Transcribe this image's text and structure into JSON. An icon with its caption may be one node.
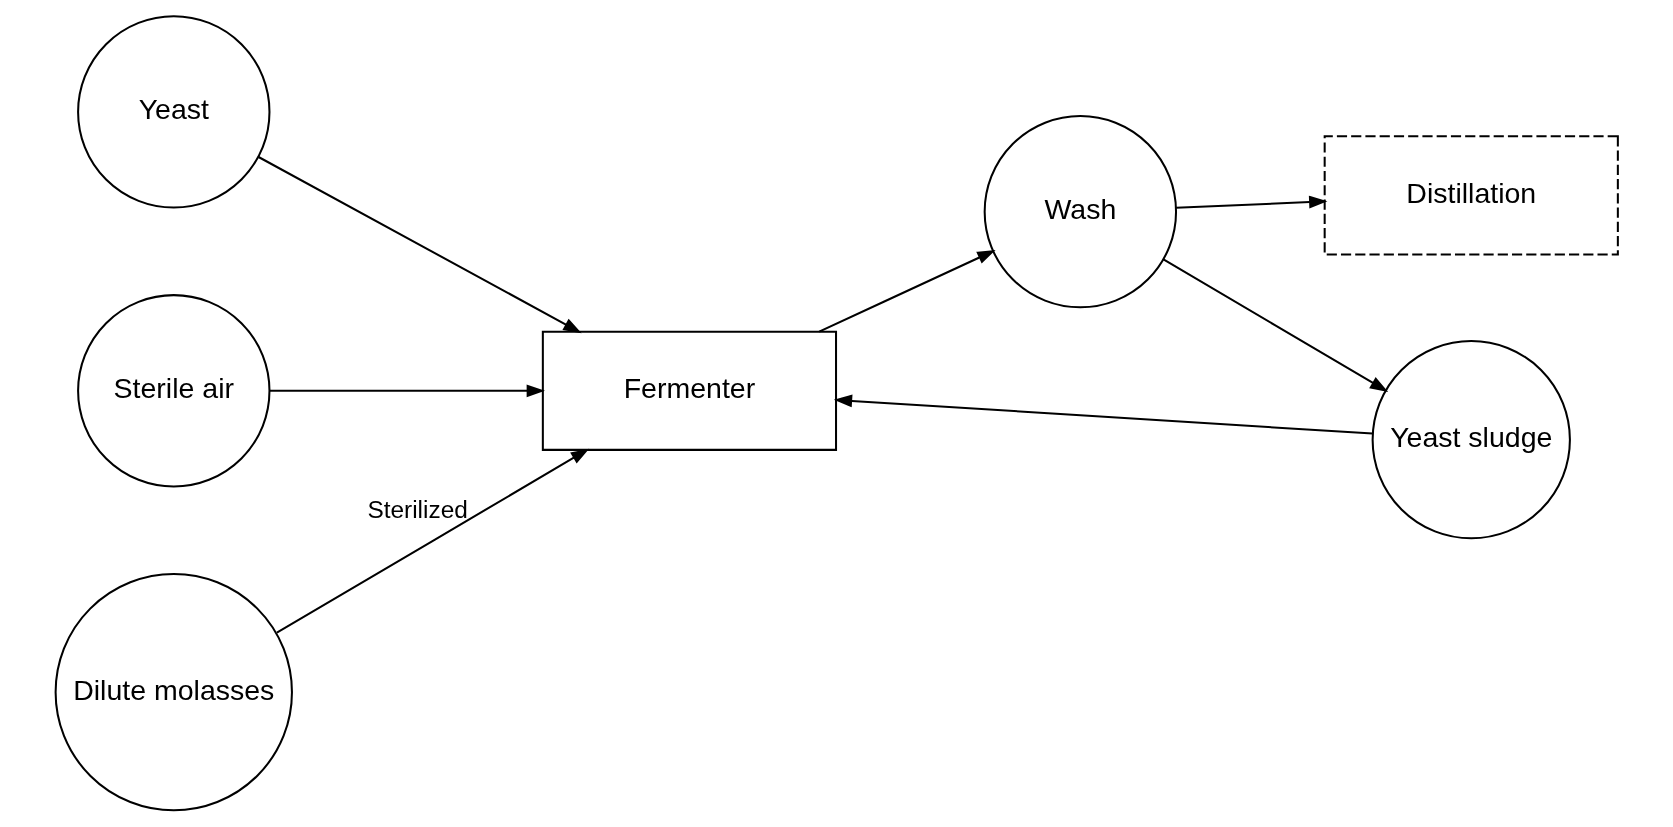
{
  "diagram": {
    "nodes": [
      {
        "text": [
          "Yeast"
        ]
      },
      {
        "text": [
          "Sterile air"
        ]
      },
      {
        "text": [
          "Dilute molasses"
        ]
      },
      {
        "text": [
          "Fermenter"
        ]
      },
      {
        "text": [
          "Wash"
        ]
      },
      {
        "text": [
          "Distillation"
        ]
      },
      {
        "text": [
          "Yeast sludge"
        ]
      }
    ],
    "edges": [
      {
        "from": 0,
        "to": 3,
        "arrow": "to"
      },
      {
        "from": 1,
        "to": 3,
        "arrow": "to"
      },
      {
        "from": 2,
        "to": 3,
        "arrow": "to",
        "label": "Sterilized"
      },
      {
        "from": 3,
        "to": 4,
        "arrow": "to"
      },
      {
        "from": 4,
        "to": 5,
        "arrow": "to"
      },
      {
        "from": 4,
        "to": 6,
        "arrow": "to"
      },
      {
        "from": 6,
        "to": 3,
        "arrow": "to"
      }
    ]
  }
}
